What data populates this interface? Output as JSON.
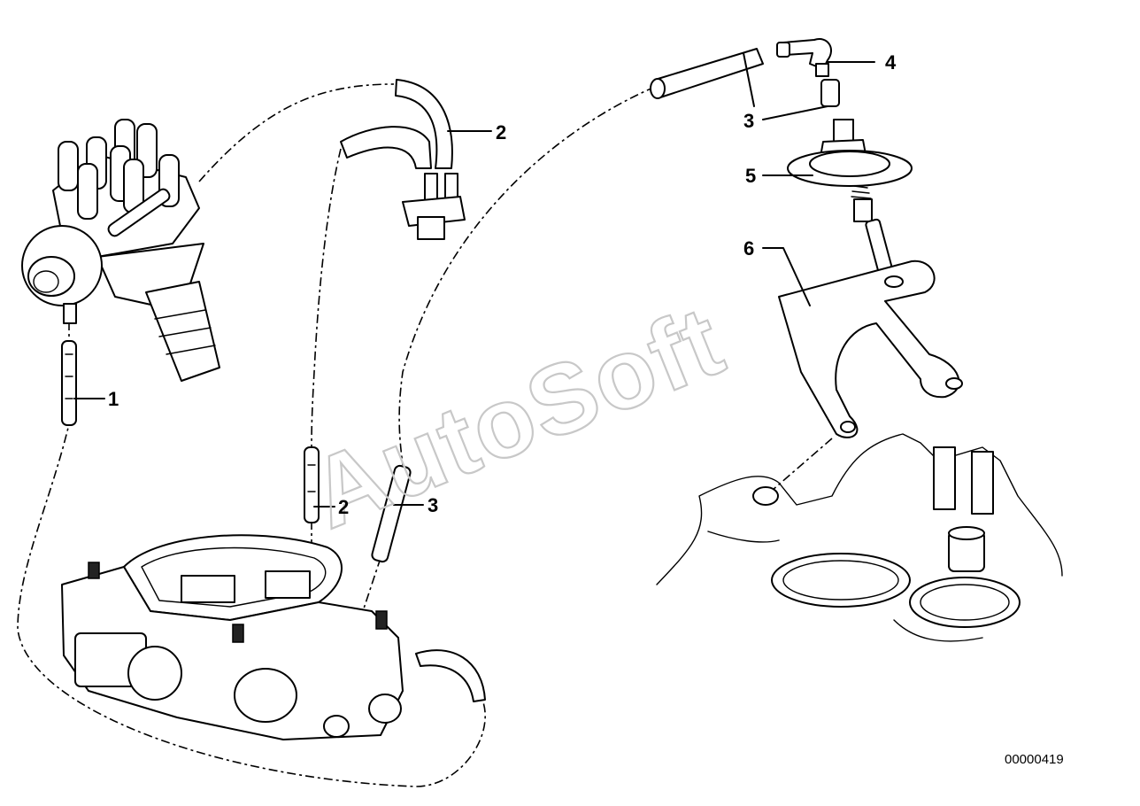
{
  "diagram": {
    "callouts": [
      {
        "id": "1",
        "label": "1"
      },
      {
        "id": "2a",
        "label": "2"
      },
      {
        "id": "2b",
        "label": "2"
      },
      {
        "id": "3a",
        "label": "3"
      },
      {
        "id": "3b",
        "label": "3"
      },
      {
        "id": "4",
        "label": "4"
      },
      {
        "id": "5",
        "label": "5"
      },
      {
        "id": "6",
        "label": "6"
      }
    ],
    "watermark": "AutoSoft",
    "reference_number": "00000419"
  }
}
